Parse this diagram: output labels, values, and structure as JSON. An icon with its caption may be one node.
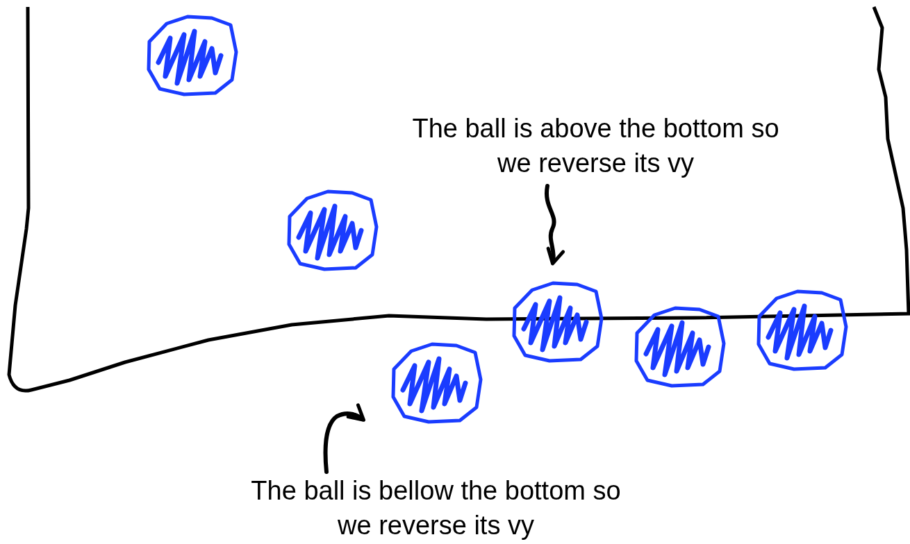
{
  "diagram": {
    "nodes": [
      {
        "text": [],
        "shape": "circle"
      },
      {
        "text": [],
        "shape": "circle"
      },
      {
        "text": [],
        "shape": "circle"
      },
      {
        "text": [],
        "shape": "circle"
      },
      {
        "text": [],
        "shape": "circle"
      },
      {
        "text": [],
        "shape": "circle"
      },
      {
        "text": [
          "The ball is above the bottom so we reverse its vy"
        ]
      },
      {
        "text": [
          "The ball is bellow the bottom so we reverse its vy"
        ]
      }
    ],
    "edges": [
      {
        "from": 6,
        "to": 3,
        "arrow": "to"
      },
      {
        "from": 7,
        "to": 2,
        "arrow": "to"
      }
    ]
  }
}
